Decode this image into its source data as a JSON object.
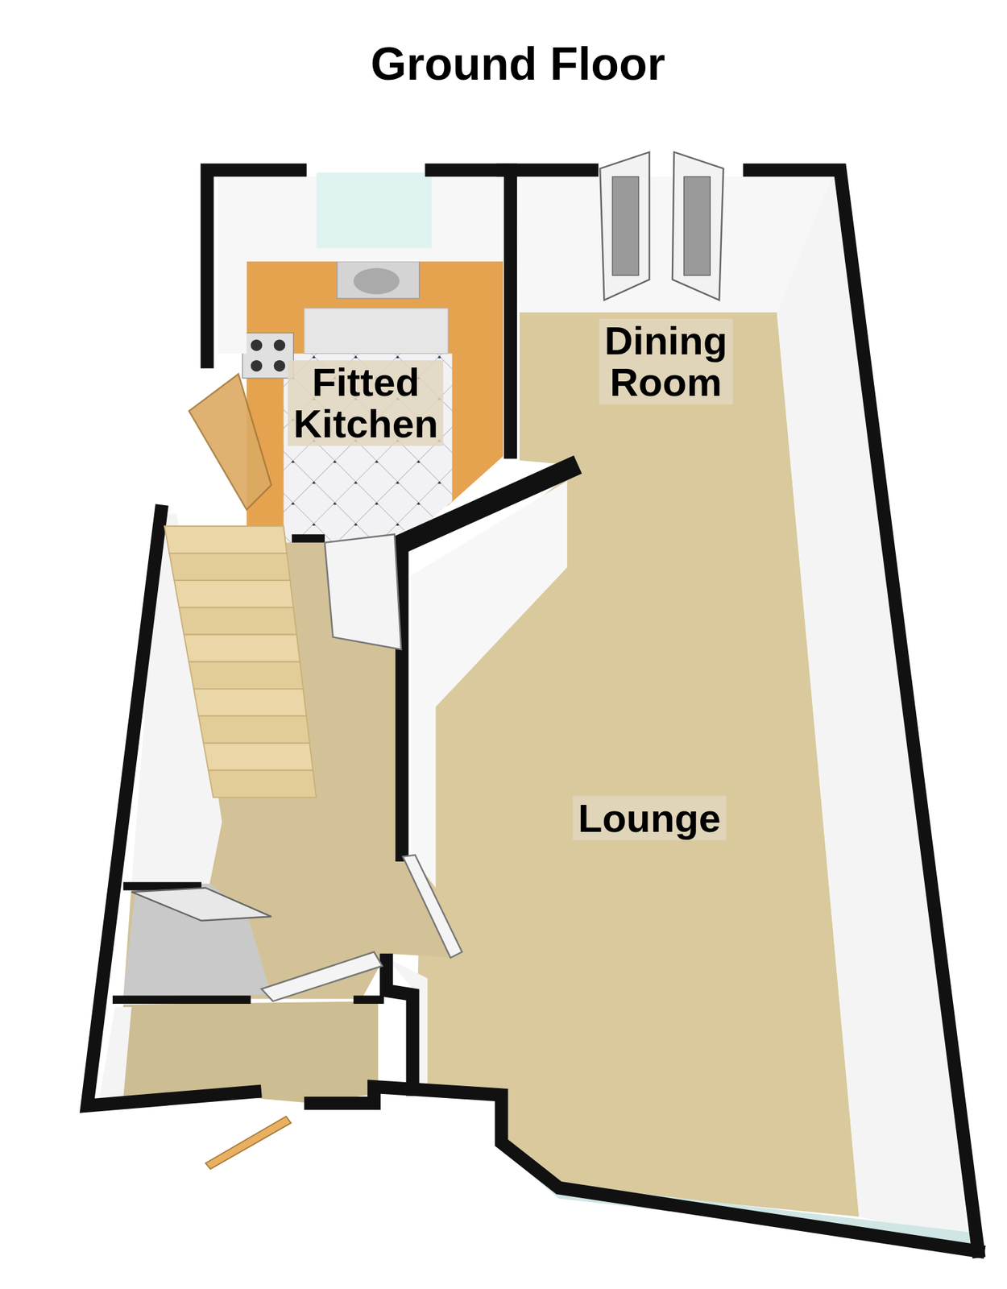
{
  "diagram": {
    "title": "Ground Floor",
    "labels": [
      "Dining Room",
      "Fitted Kitchen",
      "Lounge"
    ]
  }
}
